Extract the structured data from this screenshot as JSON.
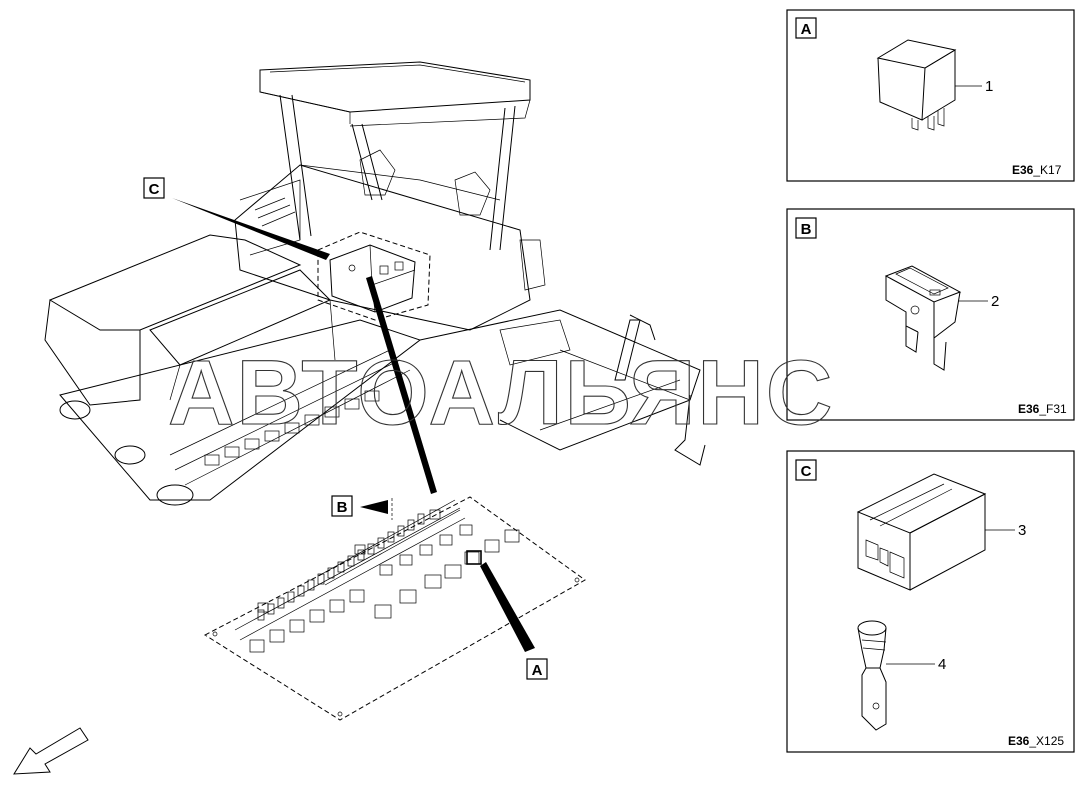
{
  "callouts": {
    "c": "C",
    "b": "B",
    "a": "A"
  },
  "panels": [
    {
      "label": "A",
      "code_prefix": "E36",
      "code_suffix": "_K17",
      "part_numbers": [
        "1"
      ]
    },
    {
      "label": "B",
      "code_prefix": "E36",
      "code_suffix": "_F31",
      "part_numbers": [
        "2"
      ]
    },
    {
      "label": "C",
      "code_prefix": "E36",
      "code_suffix": "_X125",
      "part_numbers": [
        "3",
        "4"
      ]
    }
  ],
  "watermark": "АВТОАЛЬЯНС",
  "icons": [
    "relay-icon",
    "blade-fuse-icon",
    "connector-housing-icon",
    "terminal-pin-icon",
    "direction-arrow-icon"
  ]
}
